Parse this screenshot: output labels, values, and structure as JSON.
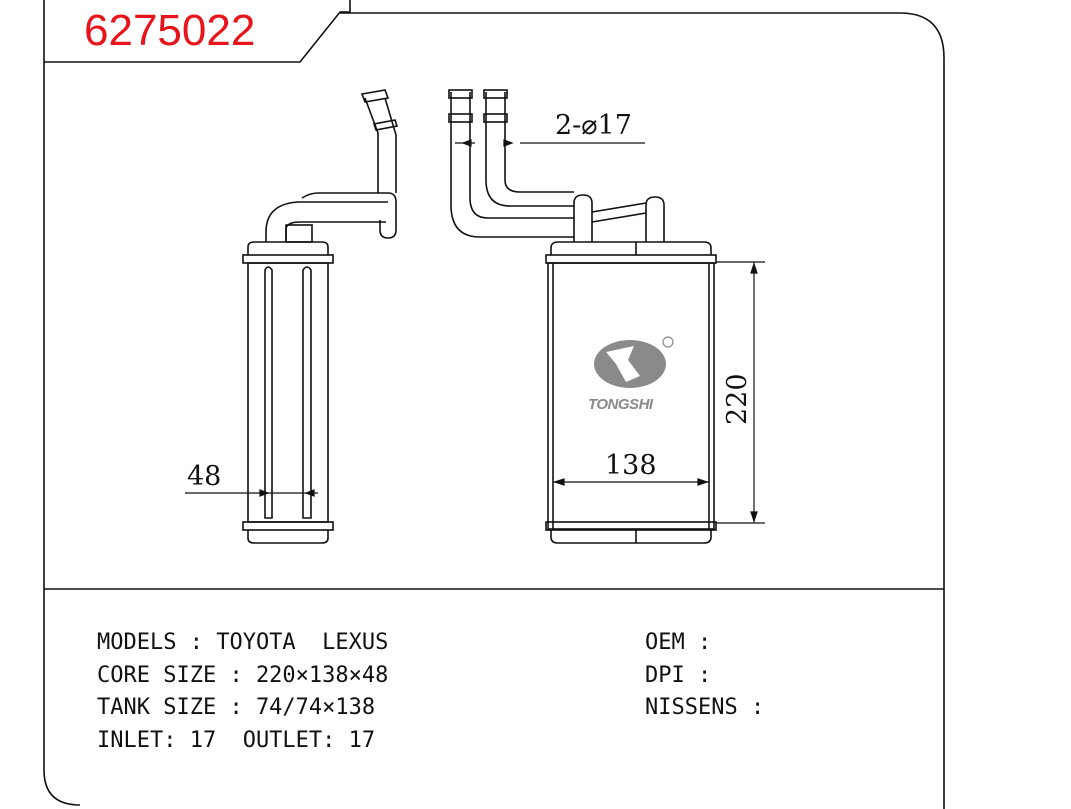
{
  "part_number": "6275022",
  "dimensions": {
    "pipe": "2-⌀17",
    "height": "220",
    "width": "138",
    "depth": "48"
  },
  "logo": {
    "brand": "TONGSHI",
    "mark": "®"
  },
  "specs": {
    "models": "MODELS : TOYOTA  LEXUS",
    "core_size": "CORE SIZE : 220×138×48",
    "tank_size": "TANK SIZE : 74/74×138",
    "inlet_outlet": "INLET: 17  OUTLET: 17",
    "oem": "OEM :",
    "dpi": "DPI :",
    "nissens": "NISSENS :"
  },
  "colors": {
    "part_number": "#e8141b",
    "logo": "#8a8a8a"
  }
}
